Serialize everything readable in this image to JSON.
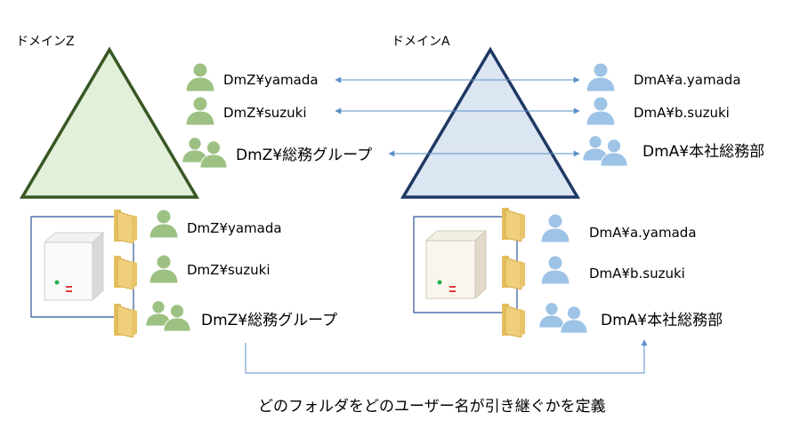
{
  "domain_z": {
    "title": "ドメインZ",
    "users": [
      "DmZ¥yamada",
      "DmZ¥suzuki",
      "DmZ¥総務グループ"
    ],
    "folder_owners": [
      "DmZ¥yamada",
      "DmZ¥suzuki",
      "DmZ¥総務グループ"
    ]
  },
  "domain_a": {
    "title": "ドメインA",
    "users": [
      "DmA¥a.yamada",
      "DmA¥b.suzuki",
      "DmA¥本社総務部"
    ],
    "folder_owners": [
      "DmA¥a.yamada",
      "DmA¥b.suzuki",
      "DmA¥本社総務部"
    ]
  },
  "caption": "どのフォルダをどのユーザー名が引き継ぐかを定義",
  "colors": {
    "green_fill": "#e2efd9",
    "green_stroke": "#385723",
    "green_user": "#9dc183",
    "blue_fill": "#dce6f2",
    "blue_stroke": "#1f3864",
    "blue_user": "#9dc3e6",
    "arrow": "#5b8fc7",
    "folder": "#f0cf7a"
  }
}
